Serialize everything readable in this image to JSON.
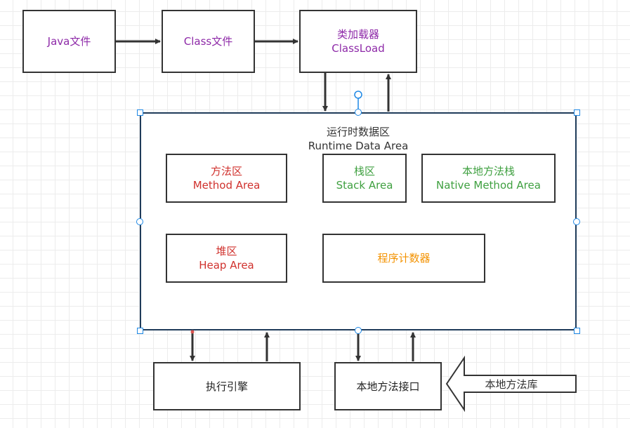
{
  "nodes": {
    "java": "Java文件",
    "class": "Class文件",
    "loader_cn": "类加载器",
    "loader_en": "ClassLoad",
    "area_cn": "运行时数据区",
    "area_en": "Runtime Data Area",
    "method_cn": "方法区",
    "method_en": "Method Area",
    "stack_cn": "栈区",
    "stack_en": "Stack Area",
    "native_stack_cn": "本地方法栈",
    "native_stack_en": "Native Method Area",
    "heap_cn": "堆区",
    "heap_en": "Heap Area",
    "pc": "程序计数器",
    "engine": "执行引擎",
    "native_iface": "本地方法接口",
    "native_lib": "本地方法库"
  },
  "colors": {
    "classloading": "#8e2aa8",
    "shared": "#d0312d",
    "private": "#3fa040",
    "counter": "#f39200",
    "border": "#1f3b5a"
  }
}
